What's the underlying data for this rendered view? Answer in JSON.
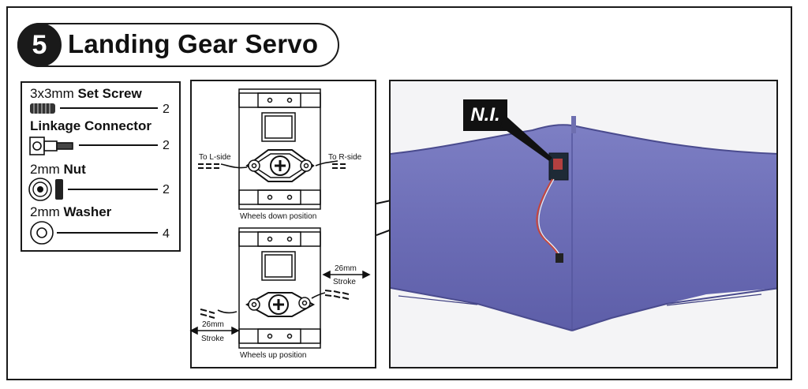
{
  "step": {
    "number": "5",
    "title": "Landing Gear Servo"
  },
  "parts": [
    {
      "size": "3x3mm ",
      "name": "Set Screw",
      "qty": "2"
    },
    {
      "size": "",
      "name": "Linkage Connector",
      "qty": "2"
    },
    {
      "size": "2mm ",
      "name": "Nut",
      "qty": "2"
    },
    {
      "size": "2mm ",
      "name": "Washer",
      "qty": "4"
    }
  ],
  "diagram": {
    "top": {
      "left_label": "To L-side",
      "right_label": "To R-side",
      "caption": "Wheels down position"
    },
    "bottom": {
      "stroke_left_value": "26mm",
      "stroke_left_word": "Stroke",
      "stroke_right_value": "26mm",
      "stroke_right_word": "Stroke",
      "caption": "Wheels up position"
    }
  },
  "photo": {
    "badge": "N.I.",
    "wing_color": "#6e6fb8"
  }
}
